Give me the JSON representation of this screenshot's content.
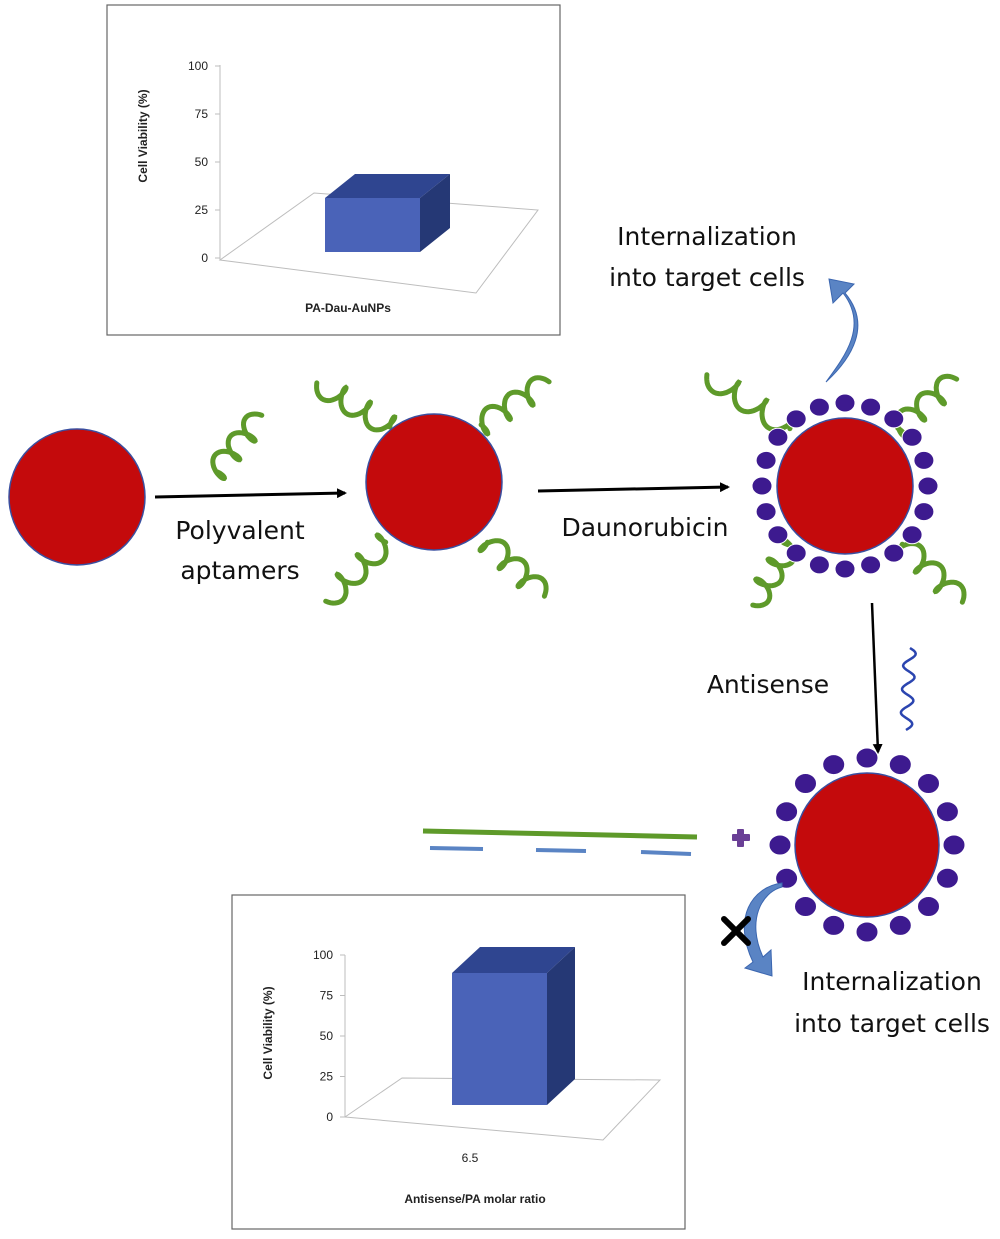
{
  "labels": {
    "polyvalent_line1": "Polyvalent",
    "polyvalent_line2": "aptamers",
    "daunorubicin": "Daunorubicin",
    "antisense": "Antisense",
    "internalization_top_line1": "Internalization",
    "internalization_top_line2": "into target cells",
    "internalization_bottom_line1": "Internalization",
    "internalization_bottom_line2": "into target cells"
  },
  "colors": {
    "nanoparticle": "#c40a0c",
    "nanoparticle_outline": "#3a4fa0",
    "aptamer": "#5e9a2a",
    "drug": "#3d1a8f",
    "antisense_strand": "#2b45b0",
    "curved_arrow": "#5a84c4",
    "plus_sign": "#6a3f96",
    "bar_front": "#4a63b8",
    "bar_top": "#2f4590",
    "bar_side": "#253875"
  },
  "chart_data": [
    {
      "type": "bar",
      "ylabel": "Cell Viability (%)",
      "xlabel": "PA-Dau-AuNPs",
      "categories": [
        ""
      ],
      "values": [
        25
      ],
      "yticks": [
        "0",
        "25",
        "50",
        "75",
        "100"
      ],
      "ylim": [
        0,
        100
      ],
      "grid": false,
      "style": "3d"
    },
    {
      "type": "bar",
      "ylabel": "Cell Viability (%)",
      "xlabel": "Antisense/PA molar ratio",
      "categories": [
        "6.5"
      ],
      "values": [
        100
      ],
      "yticks": [
        "0",
        "25",
        "50",
        "75",
        "100"
      ],
      "ylim": [
        0,
        100
      ],
      "grid": false,
      "style": "3d"
    }
  ]
}
